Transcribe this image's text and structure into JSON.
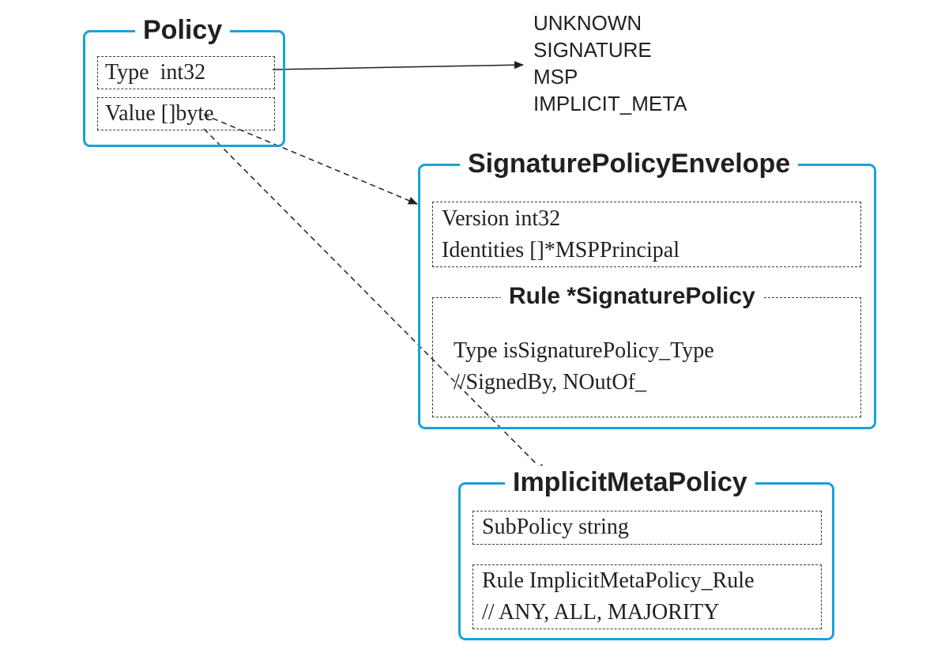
{
  "policy": {
    "title": "Policy",
    "type_field": "Type  int32",
    "value_field": "Value []byte"
  },
  "policy_types": [
    "UNKNOWN",
    "SIGNATURE",
    "MSP",
    "IMPLICIT_META"
  ],
  "signature_policy_envelope": {
    "title": "SignaturePolicyEnvelope",
    "version_field": "Version int32",
    "identities_field": "Identities []*MSPPrincipal",
    "rule": {
      "title": "Rule *SignaturePolicy",
      "type_field": "Type isSignaturePolicy_Type",
      "comment": "//SignedBy, NOutOf_"
    }
  },
  "implicit_meta_policy": {
    "title": "ImplicitMetaPolicy",
    "subpolicy_field": "SubPolicy string",
    "rule_field": "Rule ImplicitMetaPolicy_Rule",
    "rule_comment": "// ANY, ALL, MAJORITY"
  },
  "colors": {
    "box_border": "#1aa0dc",
    "text": "#231f20",
    "dashed_border": "#3a3a3a"
  }
}
